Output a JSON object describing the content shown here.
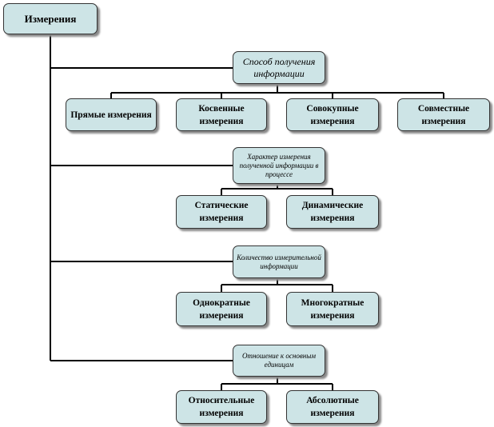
{
  "root": {
    "label": "Измерения"
  },
  "categories": [
    {
      "label": "Способ получения информации",
      "items": [
        "Прямые измерения",
        "Косвенные измерения",
        "Совокупные измерения",
        "Совместные измерения"
      ]
    },
    {
      "label": "Характер измерения полученной информации в процессе",
      "items": [
        "Статические измерения",
        "Динамические измерения"
      ]
    },
    {
      "label": "Количество измерительной информации",
      "items": [
        "Однократные измерения",
        "Многократные измерения"
      ]
    },
    {
      "label": "Отношение к основным единицам",
      "items": [
        "Относительные измерения",
        "Абсолютные измерения"
      ]
    }
  ],
  "colors": {
    "box_fill": "#cde4e6",
    "border": "#333333",
    "line": "#000000",
    "shadow": "#8a8a8a"
  }
}
